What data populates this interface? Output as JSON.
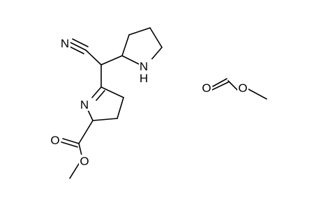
{
  "atom_labels": {
    "nitrile_n": "N",
    "pyrrolidine_n": "N",
    "pyrrolidine_h": "H",
    "pyrroline_n": "N",
    "ester_carbonyl_o": "O",
    "ester_alkoxy_o": "O",
    "formate_carbonyl_o": "O",
    "formate_alkoxy_o": "O"
  },
  "colors": {
    "bond": "#000000",
    "background": "#ffffff"
  }
}
